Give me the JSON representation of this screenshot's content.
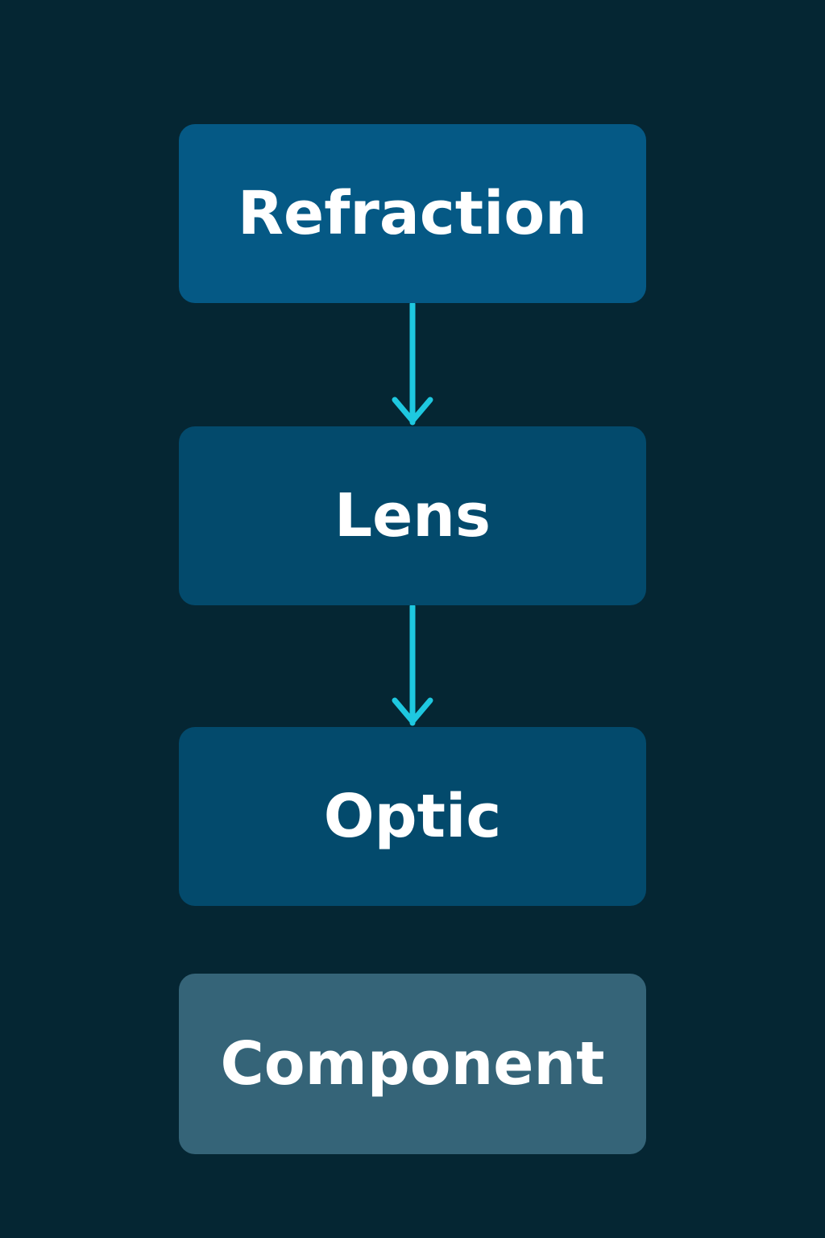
{
  "colors": {
    "background": "#052633",
    "node_primary": "#055985",
    "node_secondary": "#034a6c",
    "node_muted": "#356478",
    "arrow": "#1ec8e0",
    "text": "#ffffff"
  },
  "nodes": [
    {
      "label": "Refraction",
      "color": "#055985"
    },
    {
      "label": "Lens",
      "color": "#034a6c"
    },
    {
      "label": "Optic",
      "color": "#034a6c"
    },
    {
      "label": "Component",
      "color": "#356478"
    }
  ],
  "edges": [
    {
      "from": "Refraction",
      "to": "Lens"
    },
    {
      "from": "Lens",
      "to": "Optic"
    }
  ]
}
